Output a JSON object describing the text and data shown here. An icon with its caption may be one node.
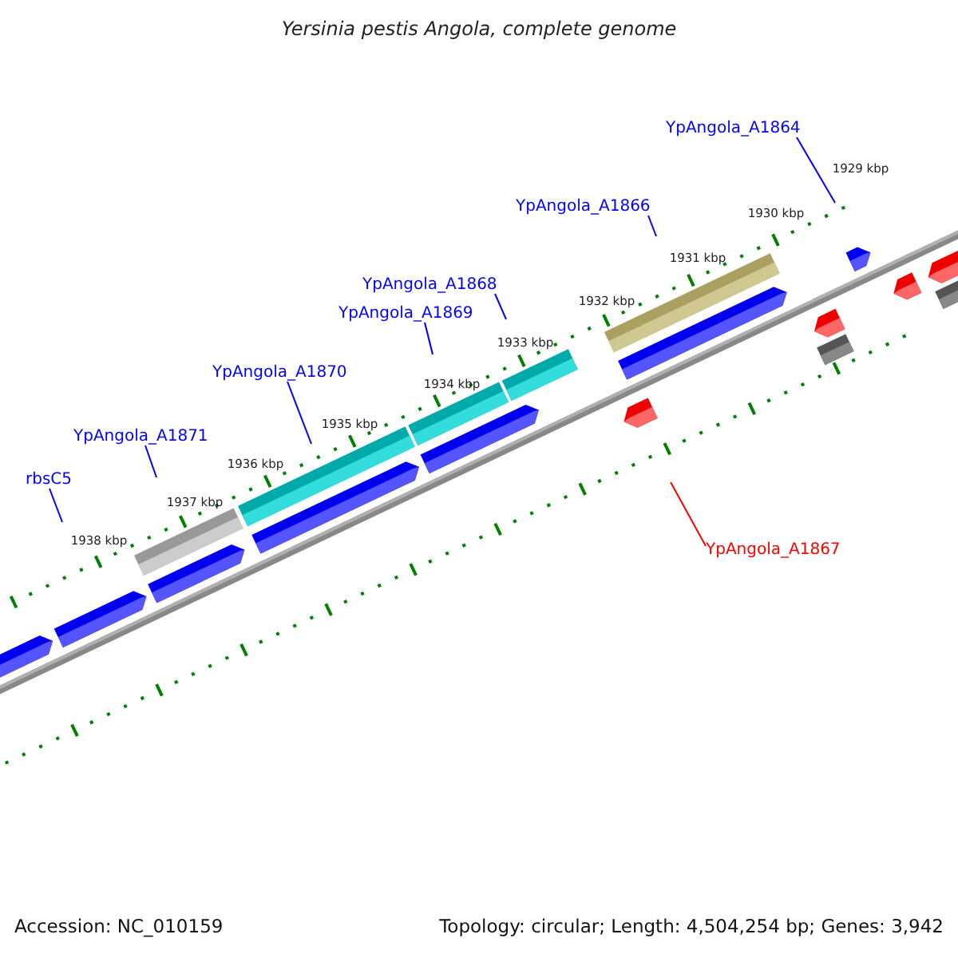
{
  "diagram": {
    "title": "Yersinia pestis Angola, complete genome",
    "nodes": [
      {
        "text": [
          "YpAngola_A1864"
        ]
      },
      {
        "text": [
          "YpAngola_A1866"
        ]
      },
      {
        "text": [
          "YpAngola_A1868"
        ]
      },
      {
        "text": [
          "YpAngola_A1869"
        ]
      },
      {
        "text": [
          "YpAngola_A1870"
        ]
      },
      {
        "text": [
          "YpAngola_A1871"
        ]
      },
      {
        "text": [
          "rbsC5"
        ]
      },
      {
        "text": [
          "YpAngola_A1867"
        ]
      }
    ],
    "edges": [
      {
        "from": 0,
        "to": null,
        "arrow": "none"
      },
      {
        "from": 1,
        "to": null,
        "arrow": "none"
      },
      {
        "from": 2,
        "to": null,
        "arrow": "none"
      },
      {
        "from": 3,
        "to": null,
        "arrow": "none"
      },
      {
        "from": 4,
        "to": null,
        "arrow": "none"
      },
      {
        "from": 5,
        "to": null,
        "arrow": "none"
      },
      {
        "from": 6,
        "to": null,
        "arrow": "none"
      },
      {
        "from": 7,
        "to": null,
        "arrow": "none",
        "color": "#ff0000"
      }
    ],
    "labels": [
      "1938 kbp",
      "1937 kbp",
      "1936 kbp",
      "1935 kbp",
      "1934 kbp",
      "1933 kbp",
      "1932 kbp",
      "1931 kbp",
      "1930 kbp",
      "1929 kbp",
      "Accession: NC_010159",
      "Topology: circular; Length: 4,504,254 bp; Genes: 3,942"
    ]
  }
}
